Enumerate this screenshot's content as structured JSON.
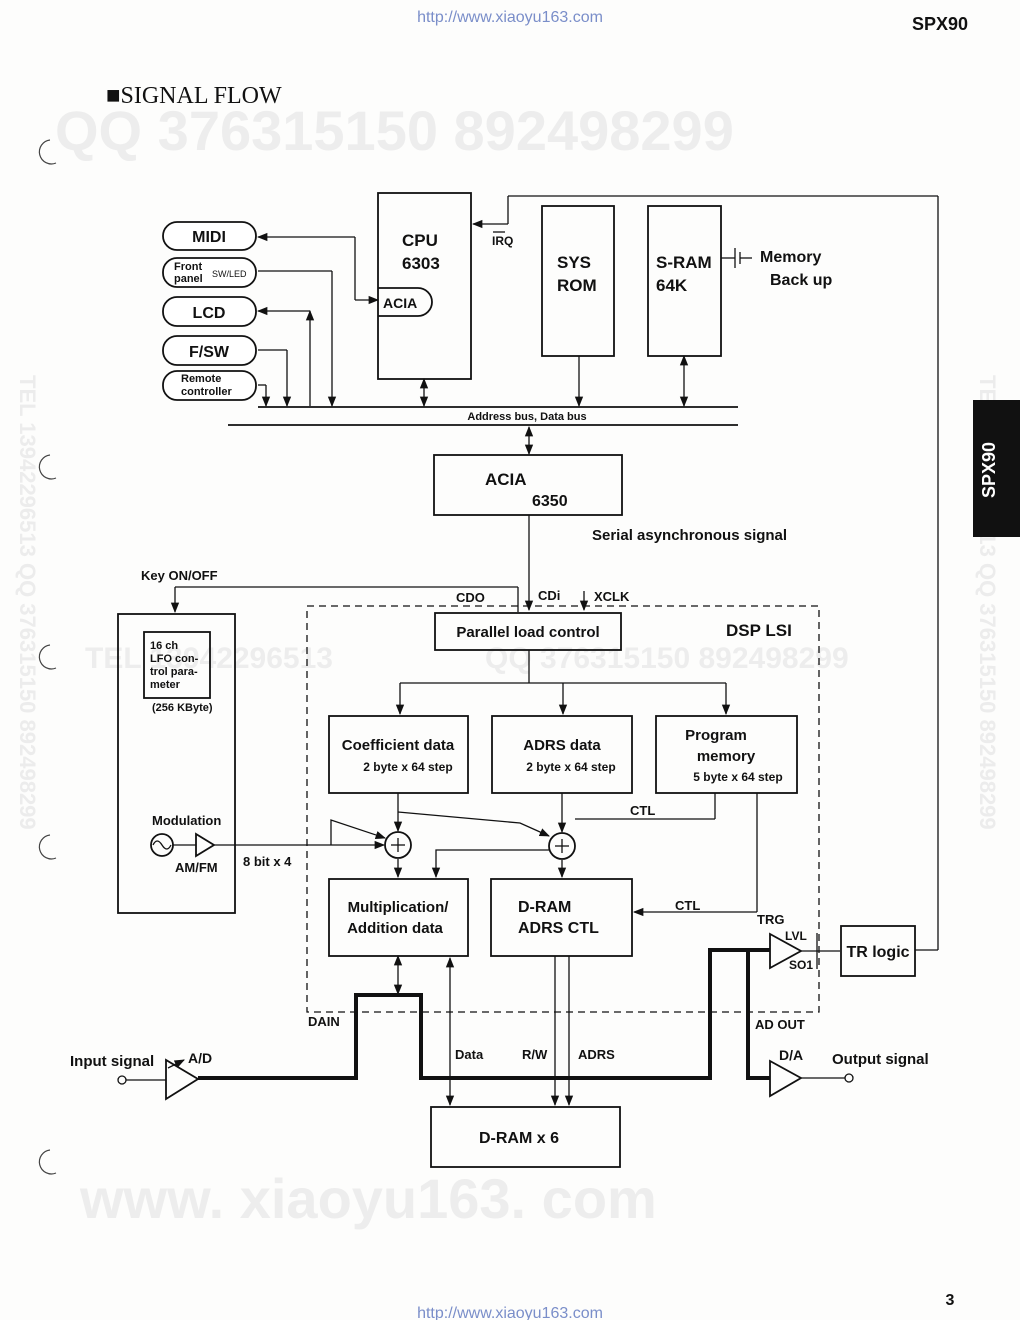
{
  "header": {
    "url_top": "http://www.xiaoyu163.com",
    "url_bottom": "http://www.xiaoyu163.com",
    "model": "SPX90",
    "title": "■SIGNAL FLOW",
    "page_number": "3",
    "side_tab": "SPX90"
  },
  "watermarks": {
    "qq_line": "QQ 376315150   892498299",
    "tel_line": "TEL 13942296513",
    "qq_mid": "QQ 376315150  892498299",
    "domain": "www. xiaoyu163. com",
    "vertical_left": "TEL 13942296513  QQ 376315150  892498299",
    "vertical_right": "TEL 13942296513  QQ 376315150  892498299"
  },
  "peripherals": {
    "midi": "MIDI",
    "front_panel_1": "Front",
    "front_panel_2": "panel",
    "sw_led": "SW/LED",
    "lcd": "LCD",
    "fsw": "F/SW",
    "remote_1": "Remote",
    "remote_2": "controller"
  },
  "cpu": {
    "label": "CPU",
    "model": "6303",
    "acia": "ACIA",
    "irq": "IRQ"
  },
  "sys_rom": {
    "line1": "SYS",
    "line2": "ROM"
  },
  "sram": {
    "line1": "S-RAM",
    "line2": "64K"
  },
  "memory_backup": {
    "line1": "Memory",
    "line2": "Back up"
  },
  "bus_label": "Address bus, Data bus",
  "acia6350": {
    "line1": "ACIA",
    "line2": "6350"
  },
  "serial_label": "Serial asynchronous signal",
  "key_onoff": "Key ON/OFF",
  "cdo": "CDO",
  "cdi": "CDi",
  "xclk": "XCLK",
  "dsp_lsi": "DSP LSI",
  "parallel_load": "Parallel load control",
  "lfo": {
    "line1": "16 ch",
    "line2": "LFO con-",
    "line3": "trol para-",
    "line4": "meter",
    "size": "(256 KByte)",
    "modulation": "Modulation",
    "amfm": "AM/FM",
    "bits": "8 bit x 4"
  },
  "coefficient": {
    "line1": "Coefficient data",
    "line2": "2 byte x 64 step"
  },
  "adrs_data": {
    "line1": "ADRS data",
    "line2": "2 byte x 64 step"
  },
  "program_memory": {
    "line1": "Program",
    "line2": "memory",
    "line3": "5 byte x 64 step"
  },
  "ctl1": "CTL",
  "ctl2": "CTL",
  "mult": {
    "line1": "Multiplication/",
    "line2": "Addition data"
  },
  "dram_ctl": {
    "line1": "D-RAM",
    "line2": "ADRS CTL"
  },
  "trg": "TRG",
  "lvl": "LVL",
  "so1": "SO1",
  "tr_logic": "TR logic",
  "dain": "DAIN",
  "ad_out": "AD OUT",
  "input_signal": "Input signal",
  "ad": "A/D",
  "da": "D/A",
  "output_signal": "Output signal",
  "data_lbl": "Data",
  "rw_lbl": "R/W",
  "adrs_lbl": "ADRS",
  "dram6": "D-RAM x 6"
}
